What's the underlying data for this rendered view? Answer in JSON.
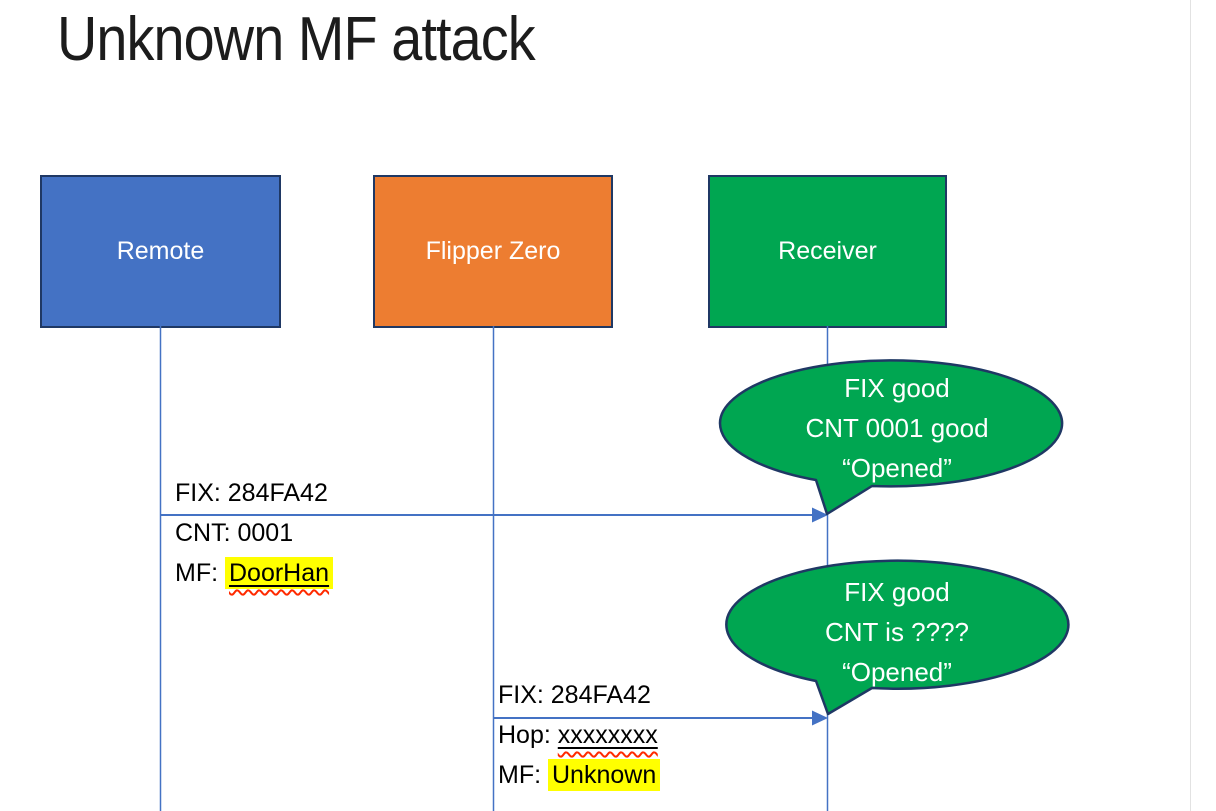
{
  "title": "Unknown MF attack",
  "actors": [
    {
      "label": "Remote",
      "color": "#4472C4"
    },
    {
      "label": "Flipper Zero",
      "color": "#ED7D31"
    },
    {
      "label": "Receiver",
      "color": "#00A651"
    }
  ],
  "messages": [
    {
      "from": "Remote",
      "to": "Receiver",
      "fix": "FIX: 284FA42",
      "cnt": "CNT: 0001",
      "mf_label": "MF: ",
      "mf_value": "DoorHan"
    },
    {
      "from": "Flipper Zero",
      "to": "Receiver",
      "fix": "FIX: 284FA42",
      "hop_label": "Hop: ",
      "hop_value": "xxxxxxxx",
      "mf_label": "MF: ",
      "mf_value": "Unknown"
    }
  ],
  "callouts": [
    {
      "line1": "FIX good",
      "line2": "CNT 0001 good",
      "line3": "“Opened”"
    },
    {
      "line1": "FIX good",
      "line2": "CNT is ????",
      "line3": "“Opened”"
    }
  ],
  "colors": {
    "actor_border": "#1F3864",
    "lifeline": "#4472C4",
    "arrow": "#4472C4",
    "callout_fill": "#00A651",
    "callout_border": "#1F3864",
    "highlight": "#FFFF00",
    "spellcheck_squiggle": "#FF0000",
    "title_text": "#1C1C1C"
  }
}
